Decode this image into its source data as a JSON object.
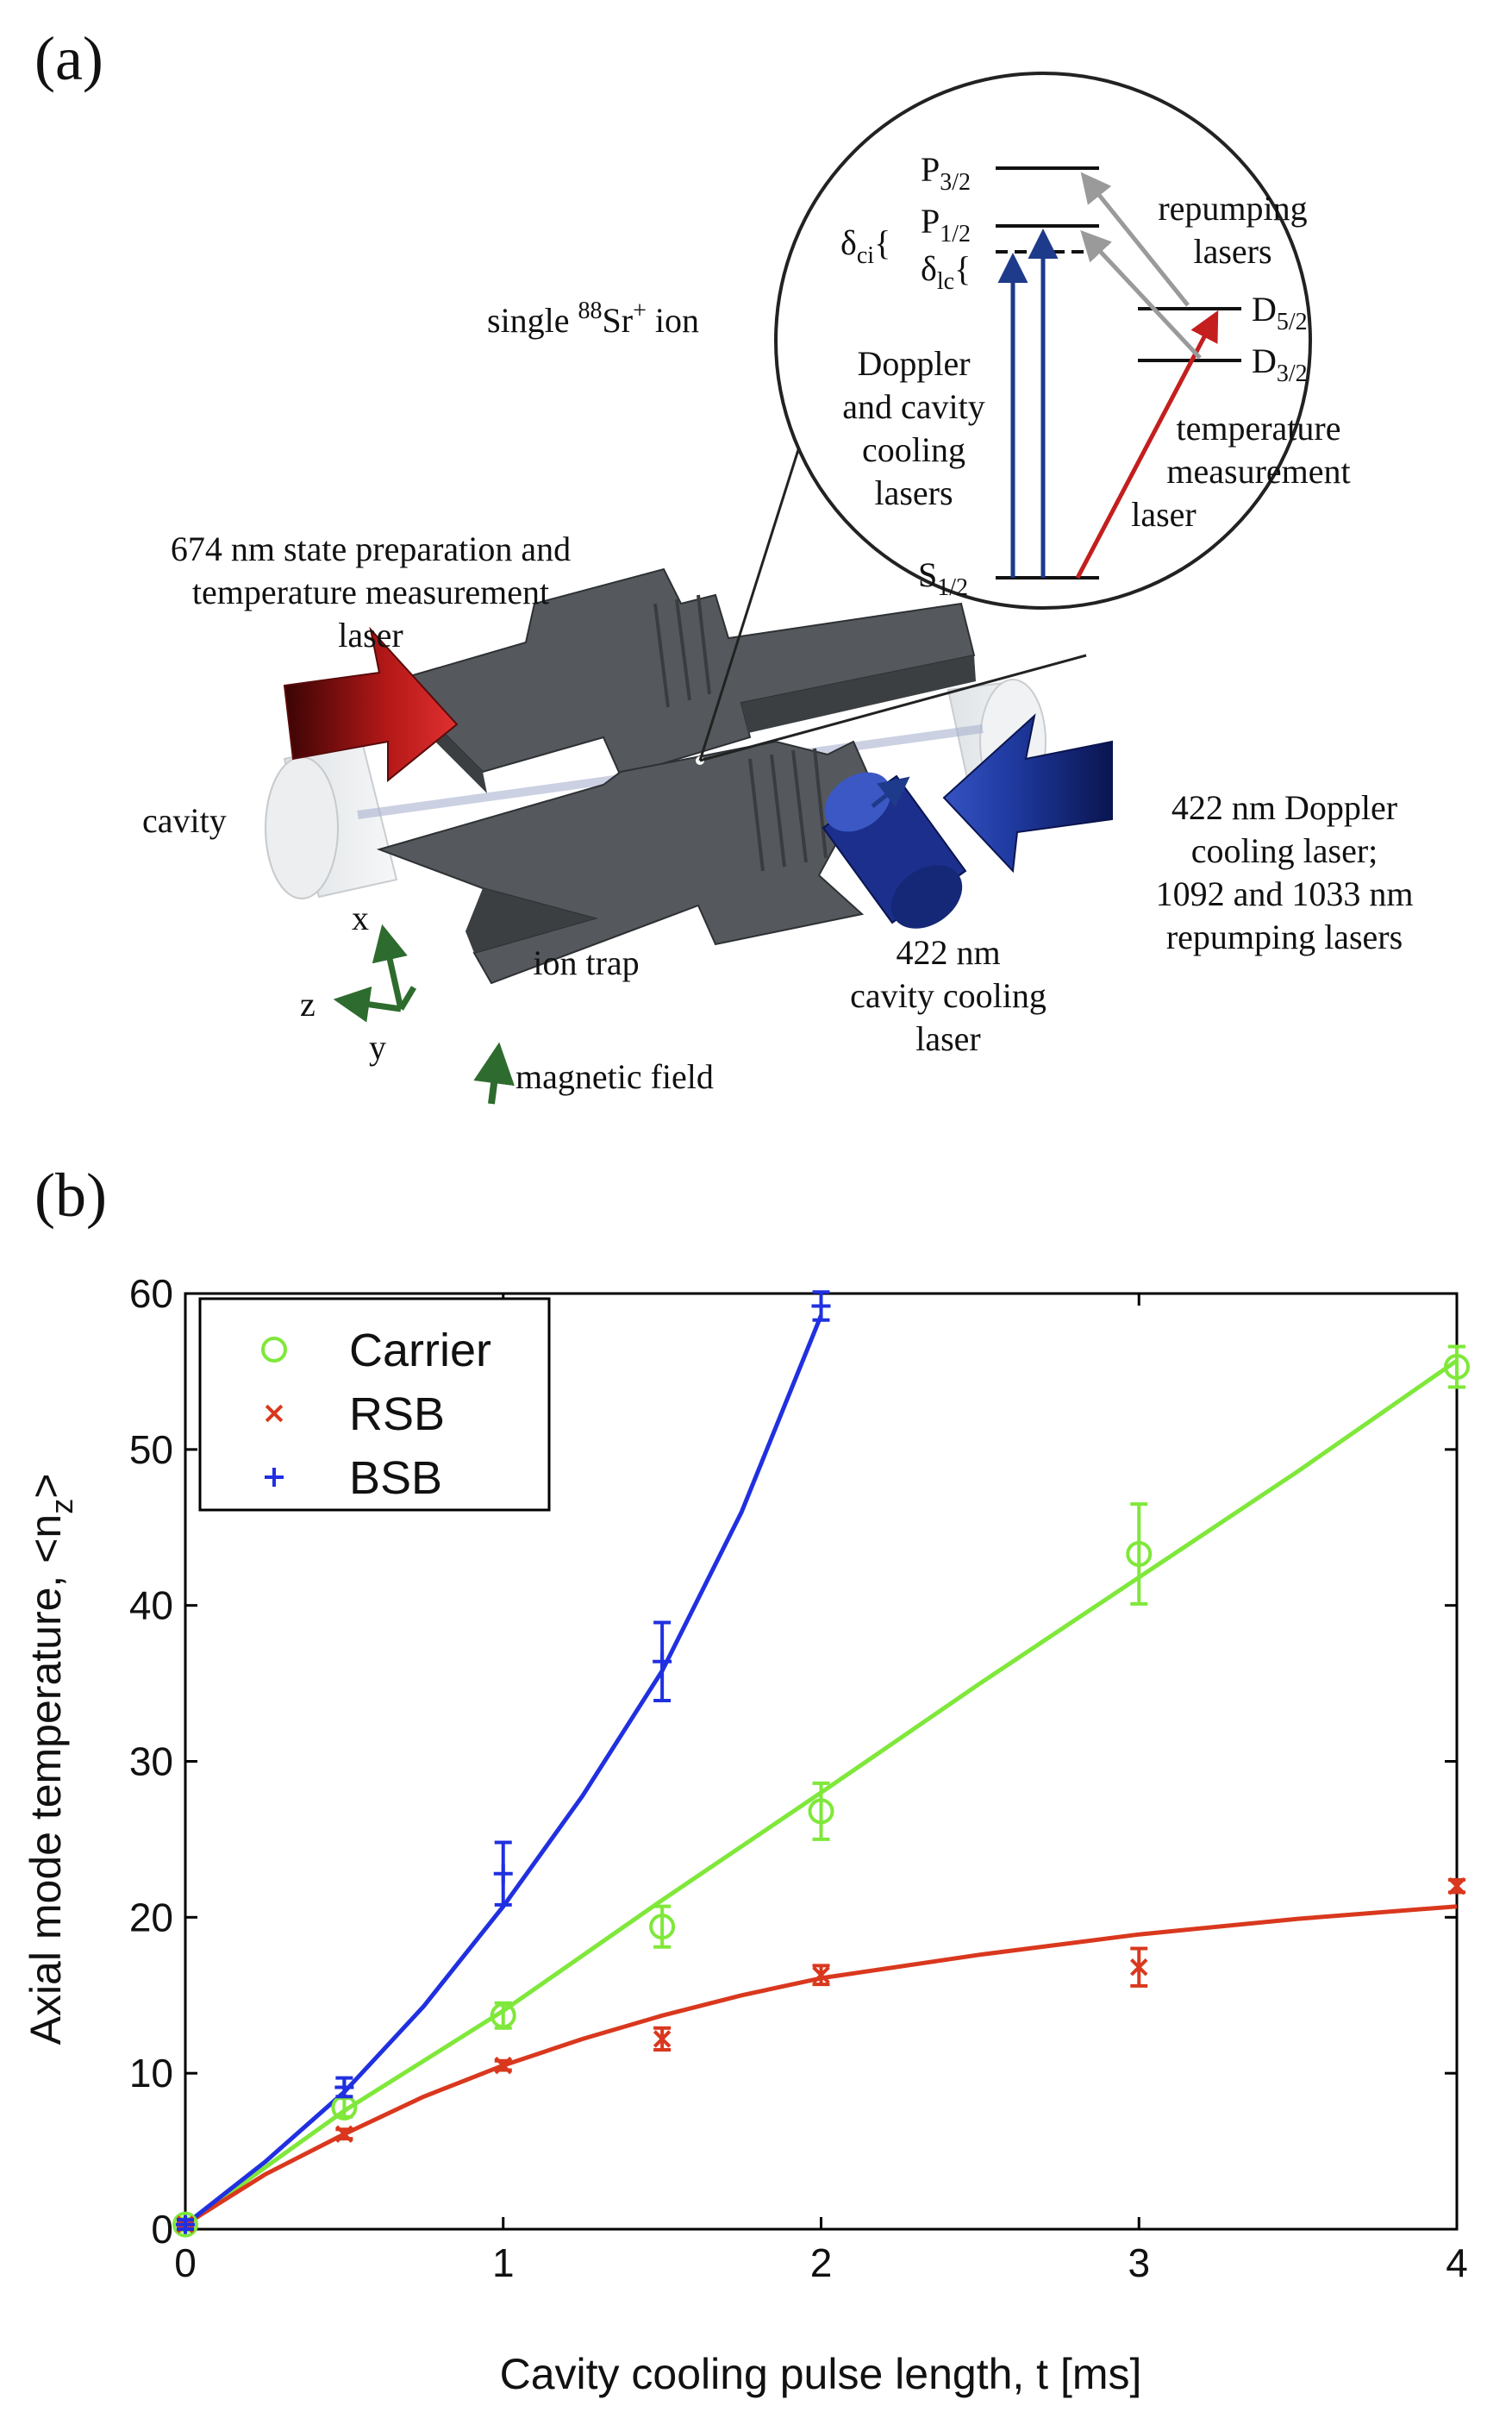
{
  "panel_a": {
    "label": "(a)",
    "ion_label_pre": "single ",
    "ion_label_sup": "88",
    "ion_label_post": "Sr",
    "ion_label_charge": "+",
    "ion_label_tail": " ion",
    "state_prep_laser": [
      "674 nm state preparation and",
      "temperature measurement",
      "laser"
    ],
    "cavity": "cavity",
    "doppler_laser": [
      "422 nm Doppler",
      "cooling laser;",
      "1092 and 1033 nm",
      "repumping lasers"
    ],
    "ion_trap": "ion trap",
    "cavity_cooling_laser": [
      "422 nm",
      "cavity cooling",
      "laser"
    ],
    "magnetic_field": "magnetic field",
    "axes": {
      "x": "x",
      "y": "y",
      "z": "z"
    },
    "levels": {
      "P32": {
        "base": "P",
        "sub": "3/2"
      },
      "P12": {
        "base": "P",
        "sub": "1/2"
      },
      "D52": {
        "base": "D",
        "sub": "5/2"
      },
      "D32": {
        "base": "D",
        "sub": "3/2"
      },
      "S12": {
        "base": "S",
        "sub": "1/2"
      },
      "delta_ci": {
        "base": "δ",
        "sub": "ci",
        "brace": "{"
      },
      "delta_lc": {
        "base": "δ",
        "sub": "lc",
        "brace": "{"
      }
    },
    "repumping_lasers": [
      "repumping",
      "lasers"
    ],
    "doppler_cavity_cooling": [
      "Doppler",
      "and cavity",
      "cooling",
      "lasers"
    ],
    "temp_measurement_laser": [
      "temperature",
      "measurement",
      "laser"
    ],
    "colors": {
      "red_laser": "#c41e1e",
      "blue_laser": "#1e3a8a",
      "trap_gray": "#4d5155",
      "gray_arrow": "#9a9a9a",
      "axes_green": "#2e6b2e"
    }
  },
  "panel_b": {
    "label": "(b)",
    "chart_data": {
      "type": "scatter",
      "xlabel": "Cavity cooling pulse length, t [ms]",
      "ylabel_main": "Axial mode temperature, <n",
      "ylabel_sub": "z",
      "ylabel_end": ">",
      "xlim": [
        0,
        4
      ],
      "ylim": [
        0,
        60
      ],
      "xticks": [
        0,
        1,
        2,
        3,
        4
      ],
      "yticks": [
        0,
        10,
        20,
        30,
        40,
        50,
        60
      ],
      "legend_position": "top-left",
      "series": [
        {
          "name": "Carrier",
          "marker": "circle",
          "color": "#7fe83a",
          "points": [
            {
              "x": 0,
              "y": 0.3,
              "err": 0.4
            },
            {
              "x": 0.5,
              "y": 7.8,
              "err": 0.6
            },
            {
              "x": 1,
              "y": 13.7,
              "err": 0.8
            },
            {
              "x": 1.5,
              "y": 19.4,
              "err": 1.3
            },
            {
              "x": 2,
              "y": 26.8,
              "err": 1.8
            },
            {
              "x": 3,
              "y": 43.3,
              "err": 3.2
            },
            {
              "x": 4,
              "y": 55.3,
              "err": 1.3
            }
          ],
          "fit": [
            [
              0,
              0.3
            ],
            [
              0.5,
              7.6
            ],
            [
              1,
              14
            ],
            [
              1.5,
              21.1
            ],
            [
              2,
              28
            ],
            [
              2.5,
              35
            ],
            [
              3,
              41.8
            ],
            [
              3.5,
              48.6
            ],
            [
              4,
              55.7
            ]
          ]
        },
        {
          "name": "RSB",
          "marker": "x",
          "color": "#d9381e",
          "points": [
            {
              "x": 0,
              "y": 0.3,
              "err": 0.2
            },
            {
              "x": 0.5,
              "y": 6.1,
              "err": 0.3
            },
            {
              "x": 1,
              "y": 10.5,
              "err": 0.3
            },
            {
              "x": 1.5,
              "y": 12.2,
              "err": 0.7
            },
            {
              "x": 2,
              "y": 16.3,
              "err": 0.6
            },
            {
              "x": 3,
              "y": 16.8,
              "err": 1.2
            },
            {
              "x": 4,
              "y": 22.0,
              "err": 0.4
            }
          ],
          "fit": [
            [
              0,
              0.3
            ],
            [
              0.25,
              3.5
            ],
            [
              0.5,
              6.1
            ],
            [
              0.75,
              8.5
            ],
            [
              1,
              10.5
            ],
            [
              1.25,
              12.2
            ],
            [
              1.5,
              13.7
            ],
            [
              1.75,
              15.0
            ],
            [
              2,
              16.1
            ],
            [
              2.5,
              17.6
            ],
            [
              3,
              18.9
            ],
            [
              3.5,
              19.9
            ],
            [
              4,
              20.7
            ]
          ]
        },
        {
          "name": "BSB",
          "marker": "plus",
          "color": "#2030e0",
          "points": [
            {
              "x": 0,
              "y": 0.3,
              "err": 0.3
            },
            {
              "x": 0.5,
              "y": 9.1,
              "err": 0.6
            },
            {
              "x": 1,
              "y": 22.8,
              "err": 2.0
            },
            {
              "x": 1.5,
              "y": 36.4,
              "err": 2.5
            },
            {
              "x": 2,
              "y": 59.2,
              "err": 0.9
            }
          ],
          "fit": [
            [
              0,
              0.3
            ],
            [
              0.25,
              4.3
            ],
            [
              0.5,
              8.8
            ],
            [
              0.75,
              14.3
            ],
            [
              1,
              20.7
            ],
            [
              1.25,
              27.8
            ],
            [
              1.5,
              35.8
            ],
            [
              1.75,
              46
            ],
            [
              2,
              58.6
            ]
          ]
        }
      ]
    }
  }
}
